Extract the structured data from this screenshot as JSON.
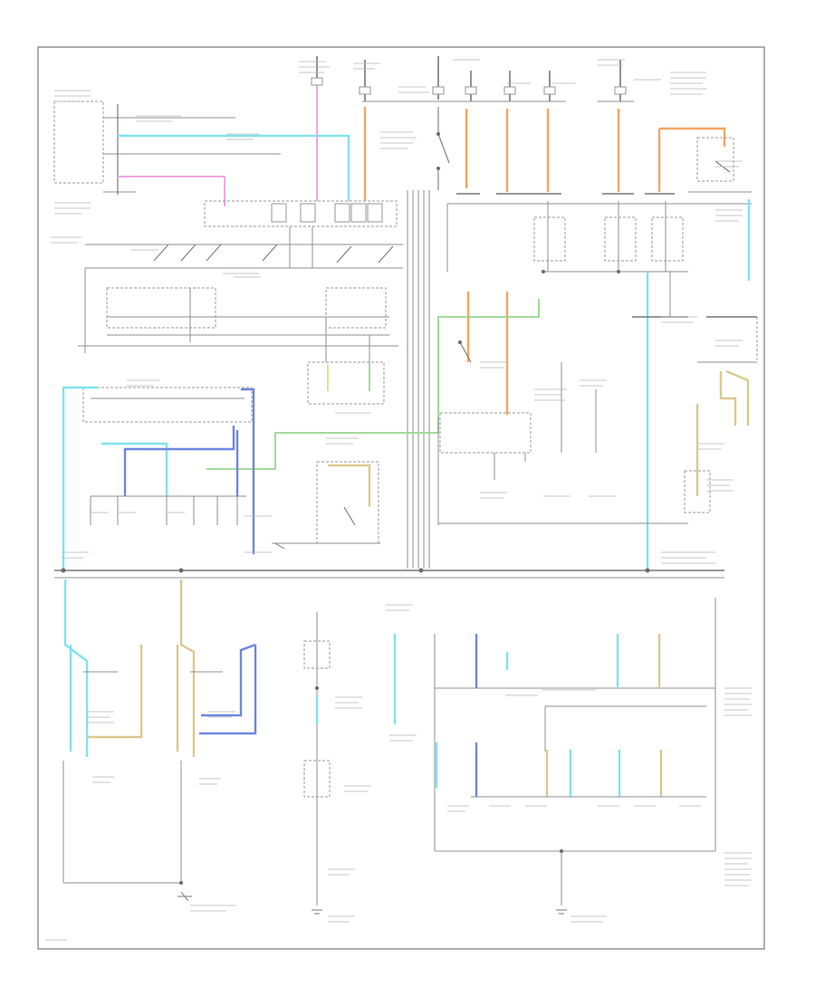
{
  "diagram": {
    "colors": {
      "frame": "#8a8a8a",
      "wire": "#8f8f8f",
      "cyan": "#7fe3ee",
      "orange": "#f3a663",
      "pink": "#f0a7e6",
      "green": "#98d68e",
      "blue": "#6f86e0",
      "tan": "#d9c98e",
      "yellow": "#e6df8a"
    },
    "wire_sets": [
      {
        "name": "cyan-circuit",
        "color": "#7fe3ee"
      },
      {
        "name": "orange-circuit",
        "color": "#f3a663"
      },
      {
        "name": "pink-circuit",
        "color": "#f0a7e6"
      },
      {
        "name": "green-circuit",
        "color": "#98d68e"
      },
      {
        "name": "blue-circuit",
        "color": "#6f86e0"
      },
      {
        "name": "tan-circuit",
        "color": "#d9c98e"
      },
      {
        "name": "yellow-circuit",
        "color": "#e6df8a"
      }
    ],
    "label_blocks": [],
    "text_labels": []
  }
}
